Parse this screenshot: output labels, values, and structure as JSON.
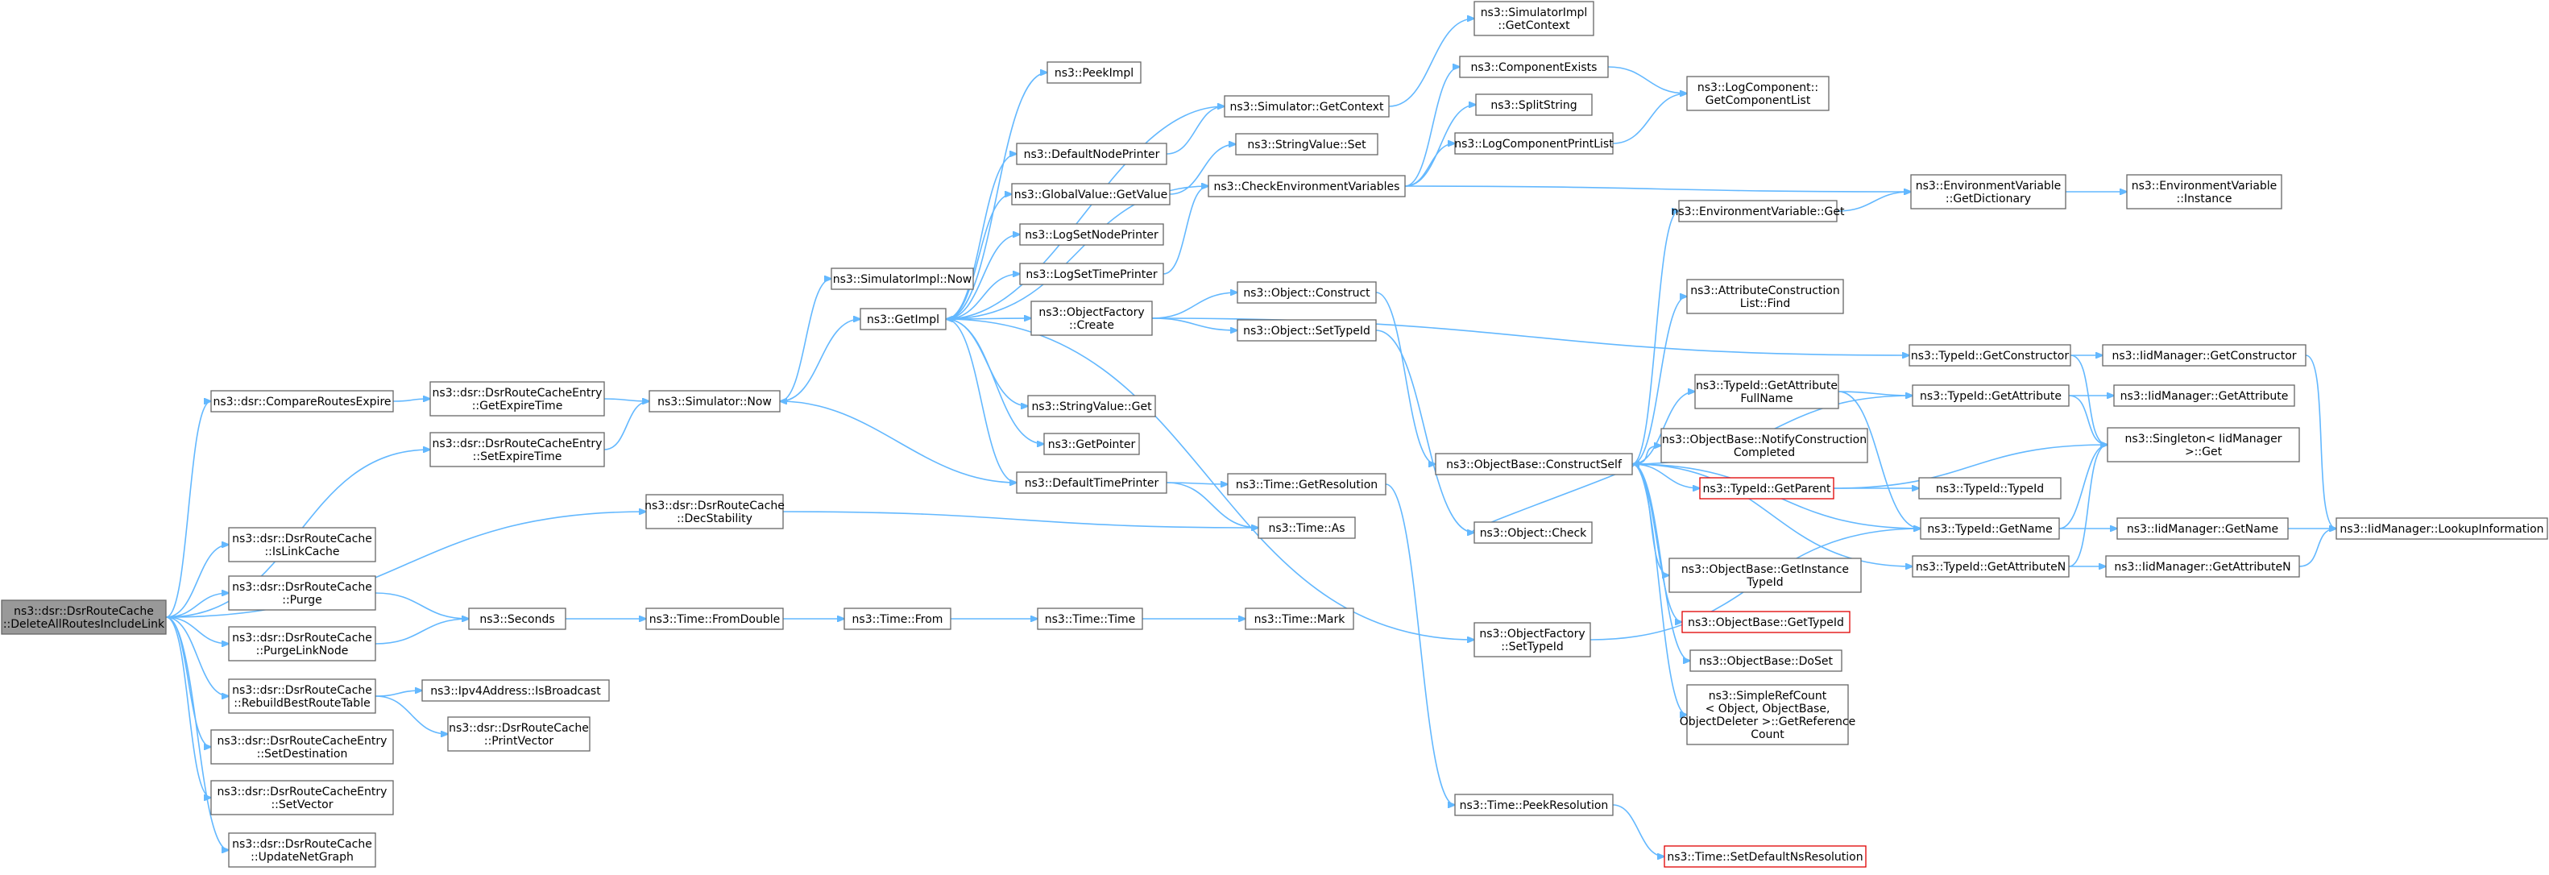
{
  "diagram": {
    "colors": {
      "edge": "#63b8ff",
      "border": "#666666",
      "root_fill": "#999999",
      "broken_border": "#e00000"
    },
    "nodes": [
      {
        "id": "root",
        "lines": [
          "ns3::dsr::DsrRouteCache",
          "::DeleteAllRoutesIncludeLink"
        ],
        "style": "root"
      },
      {
        "id": "compareRoutesExpire",
        "lines": [
          "ns3::dsr::CompareRoutesExpire"
        ]
      },
      {
        "id": "entryGetExpireTime",
        "lines": [
          "ns3::dsr::DsrRouteCacheEntry",
          "::GetExpireTime"
        ]
      },
      {
        "id": "simNow",
        "lines": [
          "ns3::Simulator::Now"
        ]
      },
      {
        "id": "entrySetExpireTime",
        "lines": [
          "ns3::dsr::DsrRouteCacheEntry",
          "::SetExpireTime"
        ]
      },
      {
        "id": "decStability",
        "lines": [
          "ns3::dsr::DsrRouteCache",
          "::DecStability"
        ]
      },
      {
        "id": "isLinkCache",
        "lines": [
          "ns3::dsr::DsrRouteCache",
          "::IsLinkCache"
        ]
      },
      {
        "id": "purge",
        "lines": [
          "ns3::dsr::DsrRouteCache",
          "::Purge"
        ]
      },
      {
        "id": "purgeLinkNode",
        "lines": [
          "ns3::dsr::DsrRouteCache",
          "::PurgeLinkNode"
        ]
      },
      {
        "id": "rebuildBest",
        "lines": [
          "ns3::dsr::DsrRouteCache",
          "::RebuildBestRouteTable"
        ]
      },
      {
        "id": "setDestination",
        "lines": [
          "ns3::dsr::DsrRouteCacheEntry",
          "::SetDestination"
        ]
      },
      {
        "id": "setVector",
        "lines": [
          "ns3::dsr::DsrRouteCacheEntry",
          "::SetVector"
        ]
      },
      {
        "id": "updateNetGraph",
        "lines": [
          "ns3::dsr::DsrRouteCache",
          "::UpdateNetGraph"
        ]
      },
      {
        "id": "seconds",
        "lines": [
          "ns3::Seconds"
        ]
      },
      {
        "id": "isBroadcast",
        "lines": [
          "ns3::Ipv4Address::IsBroadcast"
        ]
      },
      {
        "id": "printVector",
        "lines": [
          "ns3::dsr::DsrRouteCache",
          "::PrintVector"
        ]
      },
      {
        "id": "timeFromDouble",
        "lines": [
          "ns3::Time::FromDouble"
        ]
      },
      {
        "id": "timeFrom",
        "lines": [
          "ns3::Time::From"
        ]
      },
      {
        "id": "timeTime",
        "lines": [
          "ns3::Time::Time"
        ]
      },
      {
        "id": "timeMark",
        "lines": [
          "ns3::Time::Mark"
        ]
      },
      {
        "id": "simImplNow",
        "lines": [
          "ns3::SimulatorImpl::Now"
        ]
      },
      {
        "id": "getImpl",
        "lines": [
          "ns3::GetImpl"
        ]
      },
      {
        "id": "peekImpl",
        "lines": [
          "ns3::PeekImpl"
        ]
      },
      {
        "id": "defaultNodePrinter",
        "lines": [
          "ns3::DefaultNodePrinter"
        ]
      },
      {
        "id": "globalValueGetValue",
        "lines": [
          "ns3::GlobalValue::GetValue"
        ]
      },
      {
        "id": "logSetNodePrinter",
        "lines": [
          "ns3::LogSetNodePrinter"
        ]
      },
      {
        "id": "logSetTimePrinter",
        "lines": [
          "ns3::LogSetTimePrinter"
        ]
      },
      {
        "id": "objectFactoryCreate",
        "lines": [
          "ns3::ObjectFactory",
          "::Create"
        ]
      },
      {
        "id": "stringValueGet",
        "lines": [
          "ns3::StringValue::Get"
        ]
      },
      {
        "id": "getPointer",
        "lines": [
          "ns3::GetPointer"
        ]
      },
      {
        "id": "defaultTimePrinter",
        "lines": [
          "ns3::DefaultTimePrinter"
        ]
      },
      {
        "id": "simGetContext",
        "lines": [
          "ns3::Simulator::GetContext"
        ]
      },
      {
        "id": "stringValueSet",
        "lines": [
          "ns3::StringValue::Set"
        ]
      },
      {
        "id": "checkEnvVars",
        "lines": [
          "ns3::CheckEnvironmentVariables"
        ]
      },
      {
        "id": "objectConstruct",
        "lines": [
          "ns3::Object::Construct"
        ]
      },
      {
        "id": "objectSetTypeId",
        "lines": [
          "ns3::Object::SetTypeId"
        ]
      },
      {
        "id": "timeGetResolution",
        "lines": [
          "ns3::Time::GetResolution"
        ]
      },
      {
        "id": "timeAs",
        "lines": [
          "ns3::Time::As"
        ]
      },
      {
        "id": "simImplGetContext",
        "lines": [
          "ns3::SimulatorImpl",
          "::GetContext"
        ]
      },
      {
        "id": "componentExists",
        "lines": [
          "ns3::ComponentExists"
        ]
      },
      {
        "id": "splitString",
        "lines": [
          "ns3::SplitString"
        ]
      },
      {
        "id": "logComponentPrintList",
        "lines": [
          "ns3::LogComponentPrintList"
        ]
      },
      {
        "id": "objectBaseConstructSelf",
        "lines": [
          "ns3::ObjectBase::ConstructSelf"
        ]
      },
      {
        "id": "objectCheck",
        "lines": [
          "ns3::Object::Check"
        ]
      },
      {
        "id": "objectFactorySetTypeId",
        "lines": [
          "ns3::ObjectFactory",
          "::SetTypeId"
        ]
      },
      {
        "id": "timePeekResolution",
        "lines": [
          "ns3::Time::PeekResolution"
        ]
      },
      {
        "id": "logComponentGetList",
        "lines": [
          "ns3::LogComponent::",
          "GetComponentList"
        ]
      },
      {
        "id": "envVarGet",
        "lines": [
          "ns3::EnvironmentVariable::Get"
        ]
      },
      {
        "id": "attrConstructionListFind",
        "lines": [
          "ns3::AttributeConstruction",
          "List::Find"
        ]
      },
      {
        "id": "typeIdGetAttributeFullName",
        "lines": [
          "ns3::TypeId::GetAttribute",
          "FullName"
        ]
      },
      {
        "id": "notifyConstructionCompleted",
        "lines": [
          "ns3::ObjectBase::NotifyConstruction",
          "Completed"
        ]
      },
      {
        "id": "typeIdGetParent",
        "lines": [
          "ns3::TypeId::GetParent"
        ],
        "style": "red"
      },
      {
        "id": "getInstanceTypeId",
        "lines": [
          "ns3::ObjectBase::GetInstance",
          "TypeId"
        ]
      },
      {
        "id": "objectBaseGetTypeId",
        "lines": [
          "ns3::ObjectBase::GetTypeId"
        ],
        "style": "red"
      },
      {
        "id": "objectBaseDoSet",
        "lines": [
          "ns3::ObjectBase::DoSet"
        ]
      },
      {
        "id": "simpleRefCount",
        "lines": [
          "ns3::SimpleRefCount",
          "< Object, ObjectBase,",
          "ObjectDeleter >::GetReference",
          "Count"
        ]
      },
      {
        "id": "timeSetDefaultNsResolution",
        "lines": [
          "ns3::Time::SetDefaultNsResolution"
        ],
        "style": "red"
      },
      {
        "id": "envVarGetDictionary",
        "lines": [
          "ns3::EnvironmentVariable",
          "::GetDictionary"
        ]
      },
      {
        "id": "typeIdGetConstructor",
        "lines": [
          "ns3::TypeId::GetConstructor"
        ]
      },
      {
        "id": "typeIdGetAttribute",
        "lines": [
          "ns3::TypeId::GetAttribute"
        ]
      },
      {
        "id": "typeIdTypeId",
        "lines": [
          "ns3::TypeId::TypeId"
        ]
      },
      {
        "id": "typeIdGetName",
        "lines": [
          "ns3::TypeId::GetName"
        ]
      },
      {
        "id": "typeIdGetAttributeN",
        "lines": [
          "ns3::TypeId::GetAttributeN"
        ]
      },
      {
        "id": "envVarInstance",
        "lines": [
          "ns3::EnvironmentVariable",
          "::Instance"
        ]
      },
      {
        "id": "iidGetConstructor",
        "lines": [
          "ns3::IidManager::GetConstructor"
        ]
      },
      {
        "id": "iidGetAttribute",
        "lines": [
          "ns3::IidManager::GetAttribute"
        ]
      },
      {
        "id": "singletonGet",
        "lines": [
          "ns3::Singleton< IidManager",
          " >::Get"
        ]
      },
      {
        "id": "iidGetName",
        "lines": [
          "ns3::IidManager::GetName"
        ]
      },
      {
        "id": "iidGetAttributeN",
        "lines": [
          "ns3::IidManager::GetAttributeN"
        ]
      },
      {
        "id": "iidLookupInformation",
        "lines": [
          "ns3::IidManager::LookupInformation"
        ]
      }
    ]
  }
}
